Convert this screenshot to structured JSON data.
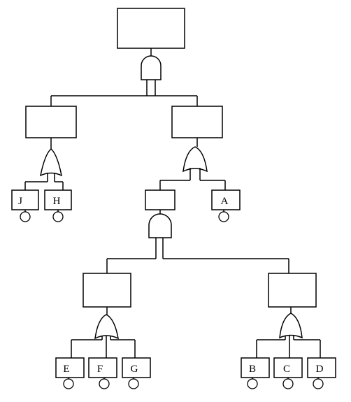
{
  "diagram": {
    "basic_events": {
      "J": "J",
      "H": "H",
      "A": "A",
      "E": "E",
      "F": "F",
      "G": "G",
      "B": "B",
      "C": "C",
      "D": "D"
    },
    "gates": {
      "top": "and",
      "left": "or",
      "right": "or",
      "middle": "and",
      "lower_left": "or",
      "lower_right": "or"
    }
  }
}
